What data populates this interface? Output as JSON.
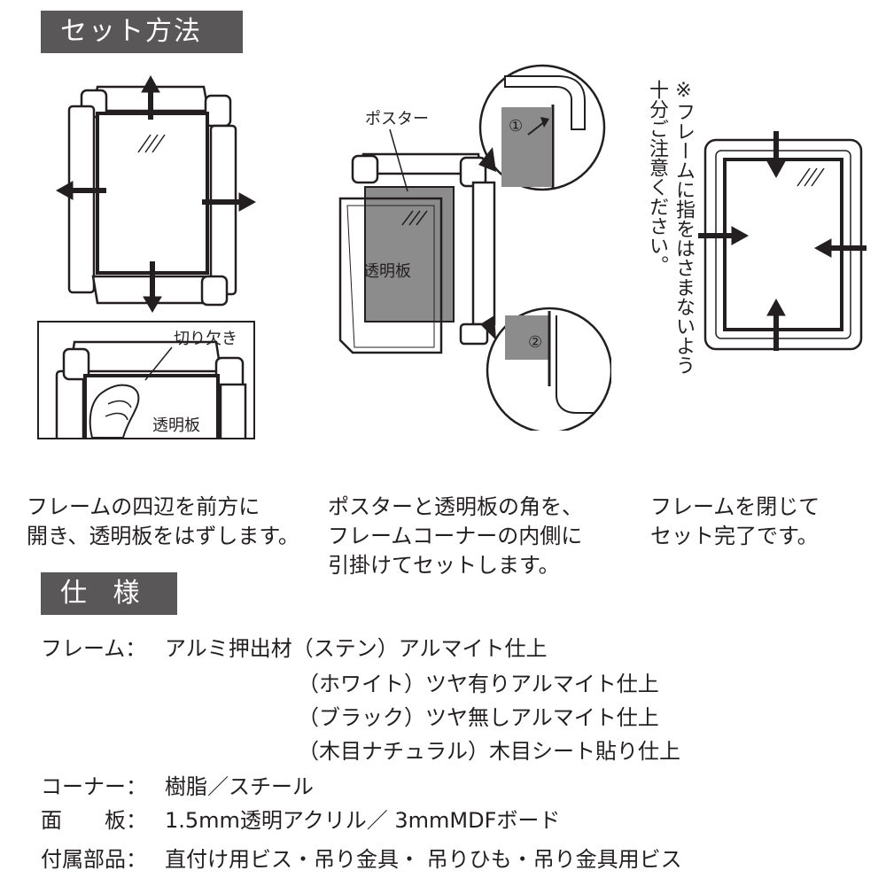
{
  "set_section": {
    "title": "セット方法",
    "inset_labels": {
      "cutout": "切り欠き",
      "clear_panel": "透明板"
    },
    "middle_labels": {
      "poster": "ポスター",
      "clear_panel": "透明板",
      "step1": "①",
      "step2": "②"
    },
    "note": "※フレームに指をはさまないよう\n十分ご注意ください。",
    "captions": [
      "フレームの四辺を前方に\n開き、透明板をはずします。",
      "ポスターと透明板の角を、\nフレームコーナーの内側に\n引掛けてセットします。",
      "フレームを閉じて\nセット完了です。"
    ]
  },
  "spec_section": {
    "title": "仕 様",
    "frame_label": "フレーム：",
    "frame_values": [
      "アルミ押出材（ステン）アルマイト仕上",
      "（ホワイト）ツヤ有りアルマイト仕上",
      "（ブラック）ツヤ無しアルマイト仕上",
      "（木目ナチュラル）木目シート貼り仕上"
    ],
    "corner_label": "コーナー：",
    "corner_value": "樹脂／スチール",
    "panel_label": "面　　板：",
    "panel_value": "1.5mm透明アクリル／ 3mmMDFボード",
    "parts_label": "付属部品：",
    "parts_value": "直付け用ビス・吊り金具・ 吊りひも・吊り金具用ビス"
  }
}
